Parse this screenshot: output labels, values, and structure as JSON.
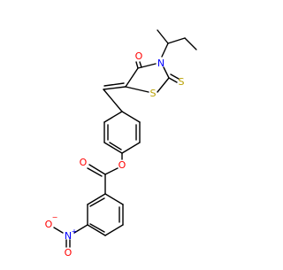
{
  "molecule": {
    "atoms": {
      "o_carbonyl": "O",
      "n_ring": "N",
      "s_ring": "S",
      "s_thione": "S",
      "o_ester_link": "O",
      "o_ester_carbonyl": "O",
      "n_nitro": "N",
      "n_nitro_charge": "+",
      "o_nitro_left": "O",
      "o_nitro_left_charge": "−",
      "o_nitro_down": "O"
    },
    "colors": {
      "bond": "#000000",
      "oxygen": "#ff0000",
      "nitrogen": "#0000ff",
      "sulfur": "#b8a000"
    }
  }
}
